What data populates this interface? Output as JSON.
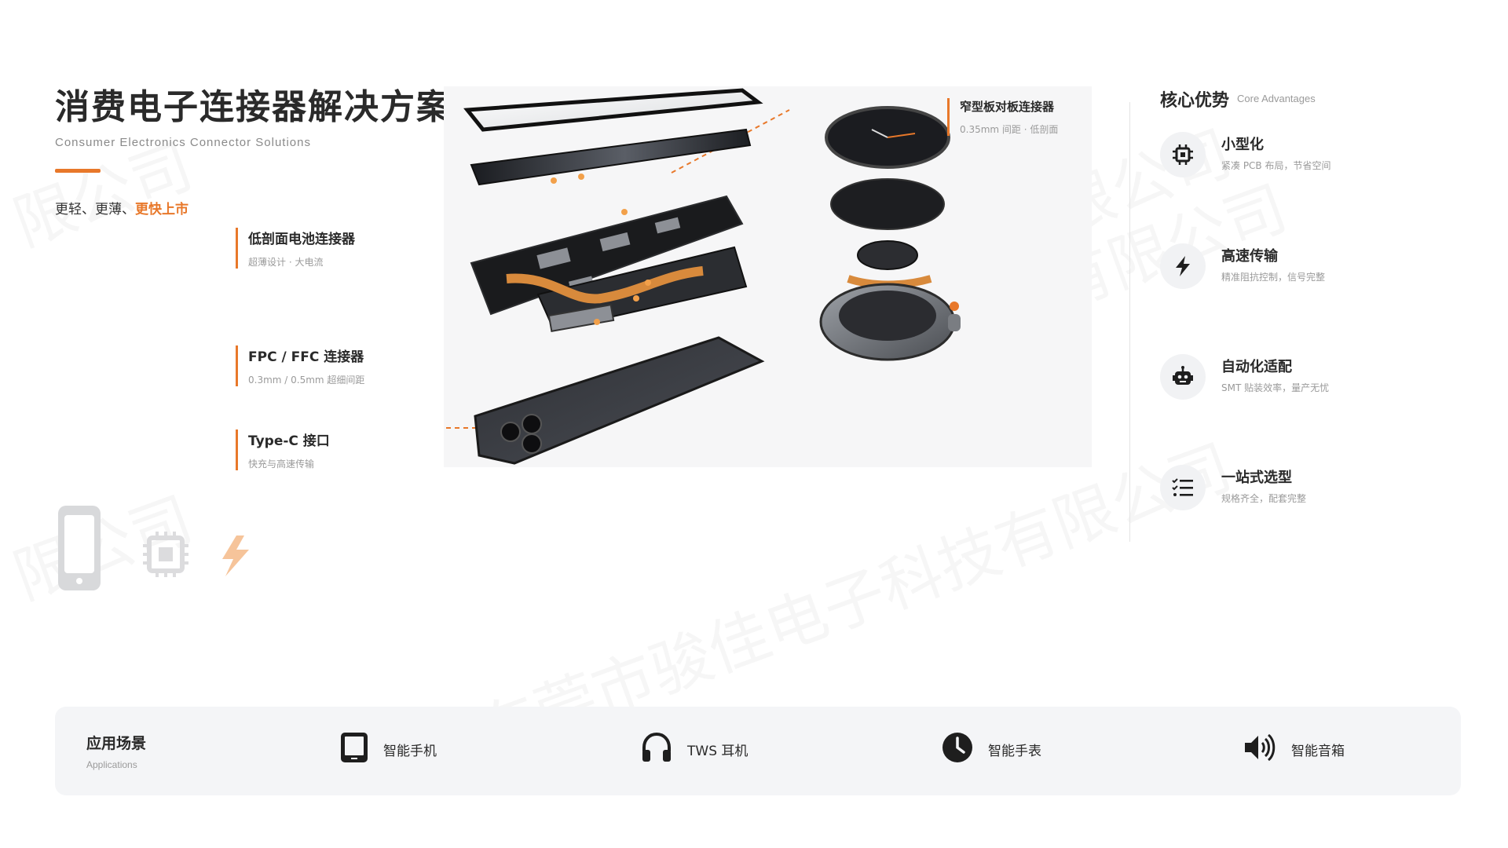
{
  "header": {
    "title": "消费电子连接器解决方案",
    "subtitle": "Consumer Electronics Connector Solutions",
    "tagline_prefix": "更轻、更薄、",
    "tagline_highlight": "更快上市"
  },
  "watermark": {
    "text_main": "东莞市骏佳电子科技有限公司",
    "text_fragment_left": "限公司",
    "text_fragment_right": "有限公司"
  },
  "callouts": [
    {
      "title": "低剖面电池连接器",
      "subtitle": "超薄设计 · 大电流"
    },
    {
      "title": "FPC / FFC 连接器",
      "subtitle": "0.3mm / 0.5mm 超细间距"
    },
    {
      "title": "Type-C 接口",
      "subtitle": "快充与高速传输"
    },
    {
      "title": "窄型板对板连接器",
      "subtitle": "0.35mm 间距 · 低剖面"
    }
  ],
  "advantages": {
    "title": "核心优势",
    "title_en": "Core Advantages",
    "items": [
      {
        "title": "小型化",
        "subtitle": "紧凑 PCB 布局，节省空间",
        "icon": "chip-icon"
      },
      {
        "title": "高速传输",
        "subtitle": "精准阻抗控制，信号完整",
        "icon": "lightning-icon"
      },
      {
        "title": "自动化适配",
        "subtitle": "SMT 贴装效率，量产无忧",
        "icon": "robot-icon"
      },
      {
        "title": "一站式选型",
        "subtitle": "规格齐全，配套完整",
        "icon": "checklist-icon"
      }
    ]
  },
  "applications": {
    "title": "应用场景",
    "title_en": "Applications",
    "items": [
      {
        "label": "智能手机",
        "icon": "tablet-icon"
      },
      {
        "label": "TWS 耳机",
        "icon": "headphones-icon"
      },
      {
        "label": "智能手表",
        "icon": "clock-icon"
      },
      {
        "label": "智能音箱",
        "icon": "speaker-icon"
      }
    ]
  },
  "colors": {
    "accent": "#e8782a",
    "text_dark": "#2a2a2a",
    "text_muted": "#9a9a9a",
    "panel_bg": "#f4f5f7"
  }
}
